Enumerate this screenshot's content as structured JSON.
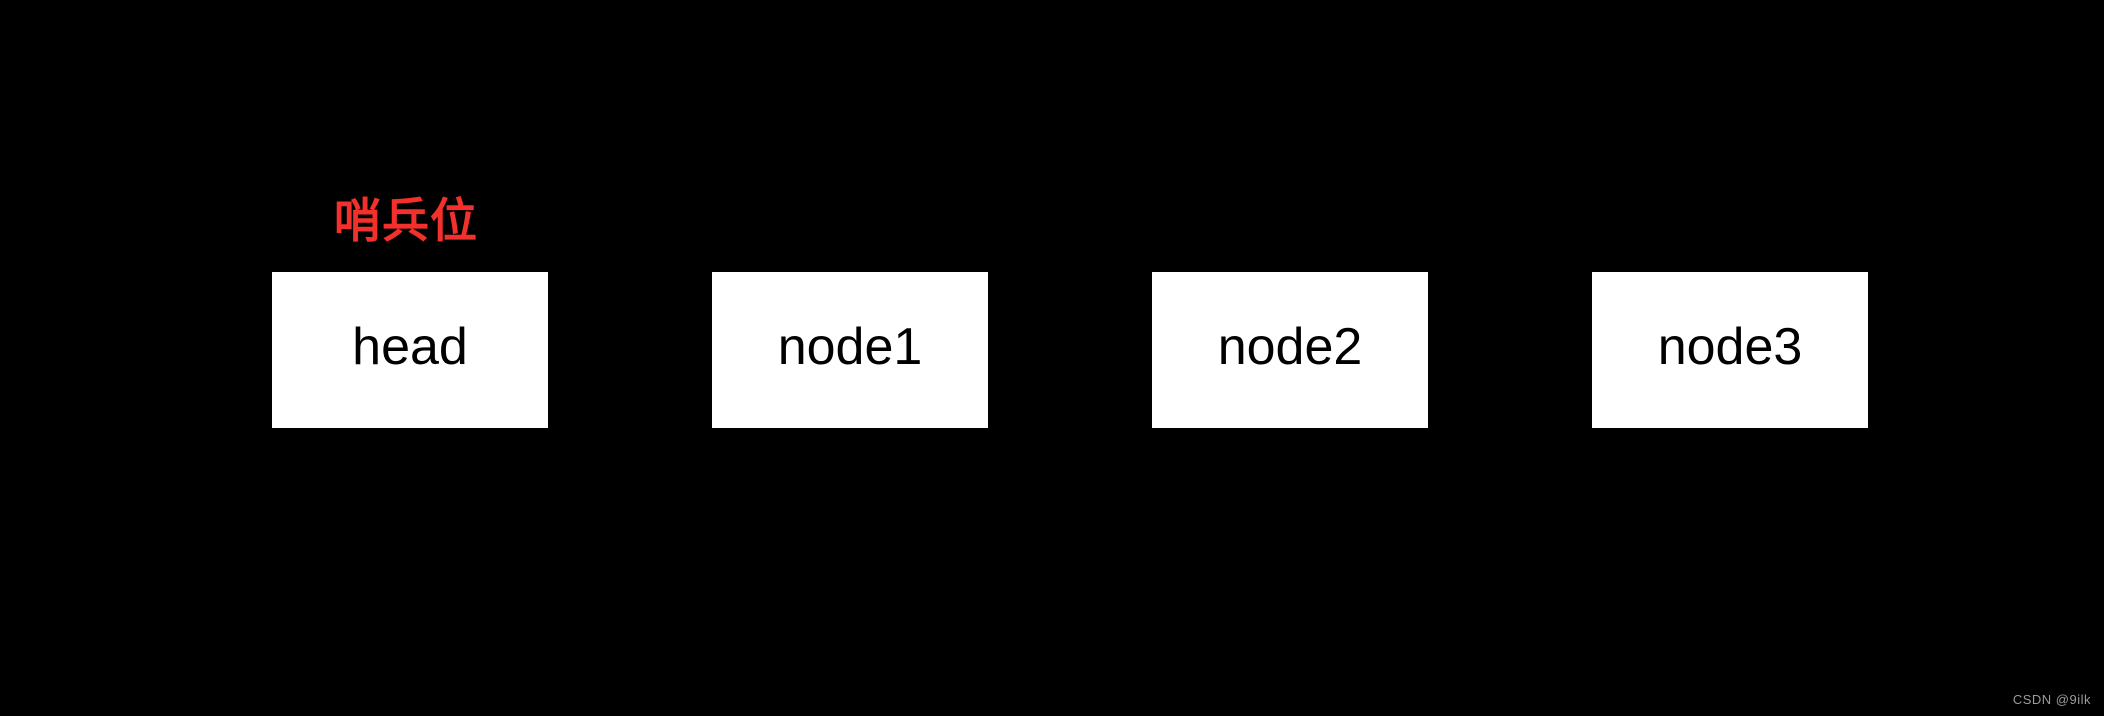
{
  "diagram": {
    "background_color": "#000000",
    "sentinel_annotation": {
      "text": "哨兵位",
      "color": "#f4302c",
      "points_to": "head"
    },
    "nodes": [
      {
        "id": "head",
        "label": "head",
        "fill": "#ffffff",
        "text_color": "#000000"
      },
      {
        "id": "node1",
        "label": "node1",
        "fill": "#ffffff",
        "text_color": "#000000"
      },
      {
        "id": "node2",
        "label": "node2",
        "fill": "#ffffff",
        "text_color": "#000000"
      },
      {
        "id": "node3",
        "label": "node3",
        "fill": "#ffffff",
        "text_color": "#000000"
      }
    ],
    "watermark": {
      "text": "CSDN @9ilk",
      "color": "#9b9b9b"
    }
  }
}
